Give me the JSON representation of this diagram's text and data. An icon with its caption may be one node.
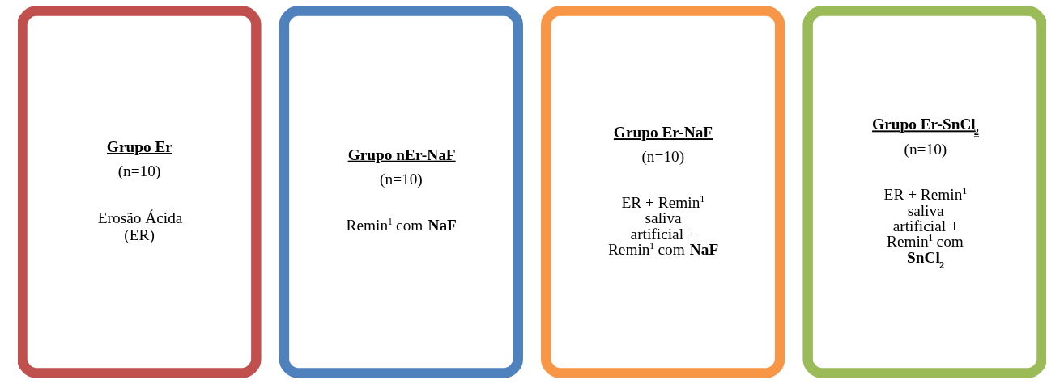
{
  "diagram": {
    "nodes": [
      {
        "text": [
          "Grupo Er",
          "(n=10)",
          "Erosão Ácida (ER)"
        ]
      },
      {
        "text": [
          "Grupo nEr-NaF",
          "(n=10)",
          "Remin$^{1}$ com **NaF**"
        ]
      },
      {
        "text": [
          "Grupo Er-NaF",
          "(n=10)",
          "ER + Remin$^{1}$ saliva artificial + Remin$^{1}$ com **NaF**"
        ]
      },
      {
        "text": [
          "Grupo Er-SnCl$_{2}$",
          "(n=10)",
          "ER + Remin$^{1}$ saliva artificial + Remin$^{1}$ com **SnCl$_{2}$**"
        ]
      }
    ],
    "edges": []
  }
}
